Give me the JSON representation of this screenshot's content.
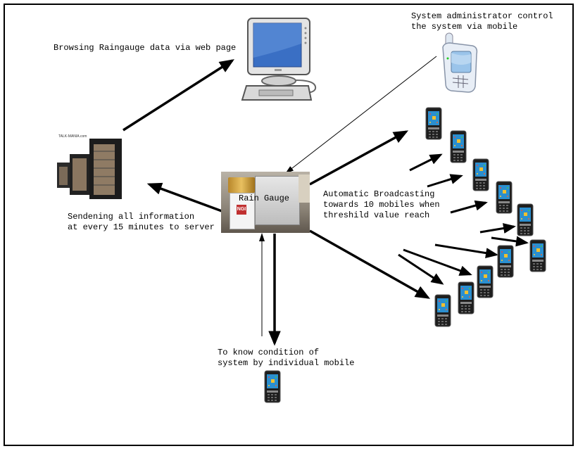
{
  "diagram": {
    "title": "Rain Gauge Monitoring System",
    "nodes": {
      "web_pc": {
        "icon": "desktop-computer-icon",
        "screen_color": "#3a6fc4"
      },
      "server": {
        "icon": "server-rack-icon",
        "brand_text": "TALK-MANIA.com"
      },
      "admin_phone": {
        "icon": "admin-mobile-phone-icon"
      },
      "rain_gauge": {
        "icon": "rain-gauge-device-icon",
        "label": "Rain Gauge",
        "badge": "NGI"
      },
      "individual_phone": {
        "icon": "mobile-phone-icon"
      },
      "broadcast_phones": {
        "icon": "mobile-phone-icon",
        "count": 10
      }
    },
    "labels": {
      "browsing": "Browsing Raingauge data via web page",
      "admin_line1": "System administrator control",
      "admin_line2": "the system via mobile",
      "sending_line1": "Sendening all information",
      "sending_line2": "at every 15 minutes to server",
      "broadcast_line1": "Automatic Broadcasting",
      "broadcast_line2": "towards 10 mobiles when",
      "broadcast_line3": "threshild value reach",
      "condition_line1": "To know condition of",
      "condition_line2": "system by individual mobile"
    },
    "colors": {
      "arrow": "#000000",
      "frame": "#000000",
      "phone_body": "#1e1e1e",
      "phone_screen": "#2a8fd0"
    }
  }
}
